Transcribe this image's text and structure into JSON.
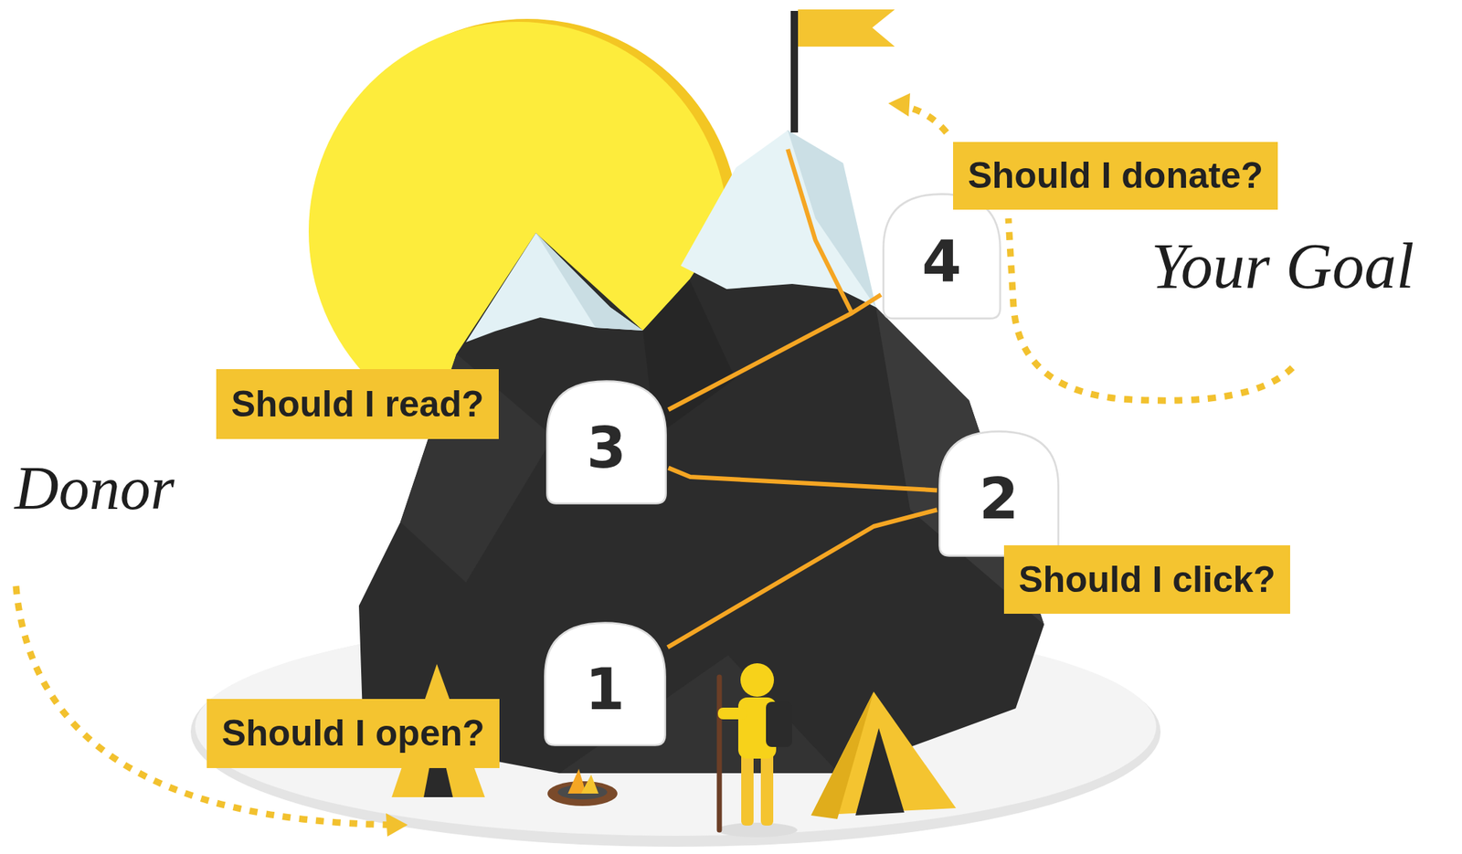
{
  "diagram": {
    "nodes": [
      {
        "text": [
          "4"
        ]
      },
      {
        "text": [
          "Should I donate?"
        ]
      },
      {
        "text": [
          "3"
        ]
      },
      {
        "text": [
          "Should I read?"
        ]
      },
      {
        "text": [
          "2"
        ]
      },
      {
        "text": [
          "Should I click?"
        ]
      },
      {
        "text": [
          "1"
        ]
      },
      {
        "text": [
          "Should I open?"
        ]
      }
    ],
    "edges": [
      {
        "from": 6,
        "to": 4,
        "arrow": "none"
      },
      {
        "from": 4,
        "to": 2,
        "arrow": "none"
      },
      {
        "from": 2,
        "to": 0,
        "arrow": "none"
      }
    ],
    "labels": [
      "Donor",
      "Your Goal"
    ]
  }
}
